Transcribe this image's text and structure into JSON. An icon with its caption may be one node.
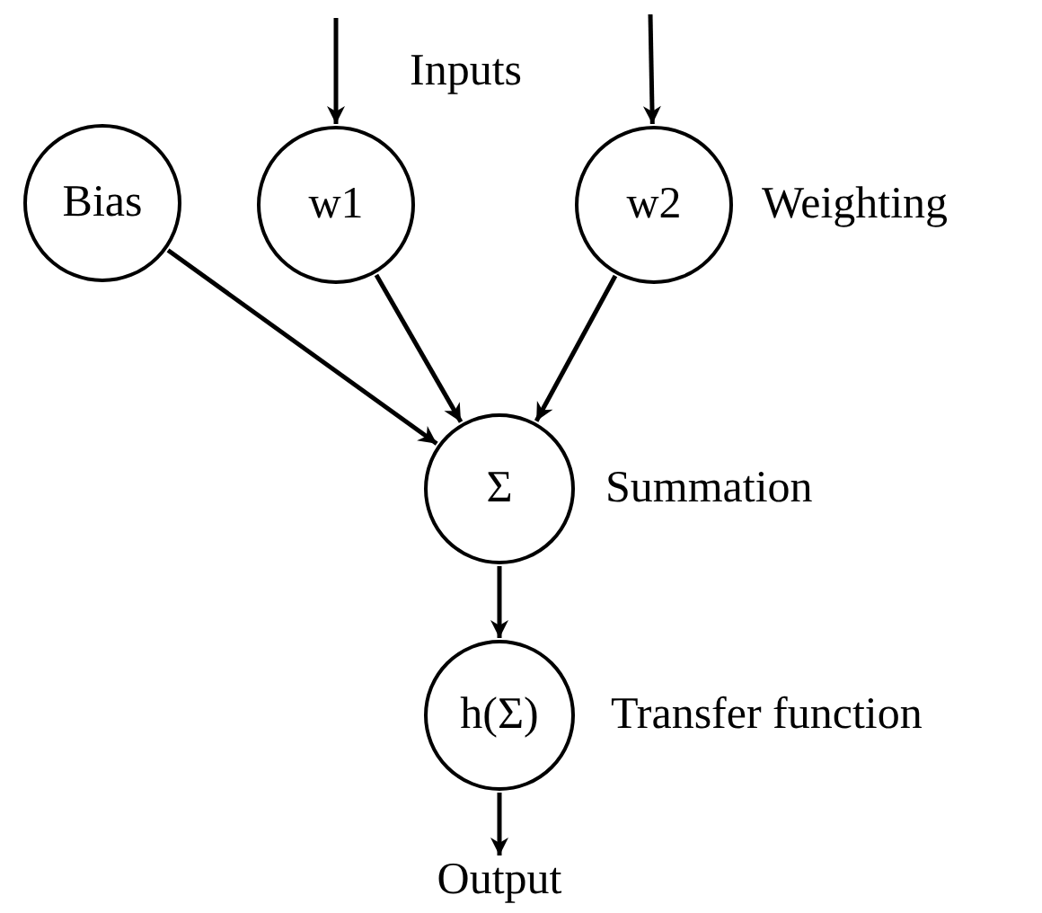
{
  "diagram": {
    "nodes": [
      {
        "text": [
          "Bias"
        ]
      },
      {
        "text": [
          "w1"
        ]
      },
      {
        "text": [
          "w2"
        ],
        "beside": [
          "Weighting"
        ]
      },
      {
        "text": [
          "Σ"
        ],
        "beside": [
          "Summation"
        ]
      },
      {
        "text": [
          "h(Σ)"
        ],
        "beside": [
          "Transfer function"
        ]
      },
      {
        "text": [
          "Output"
        ]
      }
    ],
    "edges": [
      {
        "from": null,
        "to": 1,
        "arrow": "to"
      },
      {
        "from": null,
        "to": 2,
        "arrow": "to"
      },
      {
        "from": 0,
        "to": 3,
        "arrow": "to"
      },
      {
        "from": 1,
        "to": 3,
        "arrow": "to"
      },
      {
        "from": 2,
        "to": 3,
        "arrow": "to"
      },
      {
        "from": 3,
        "to": 4,
        "arrow": "to"
      },
      {
        "from": 4,
        "to": 5,
        "arrow": "to"
      }
    ],
    "labels": [
      "Inputs"
    ]
  }
}
